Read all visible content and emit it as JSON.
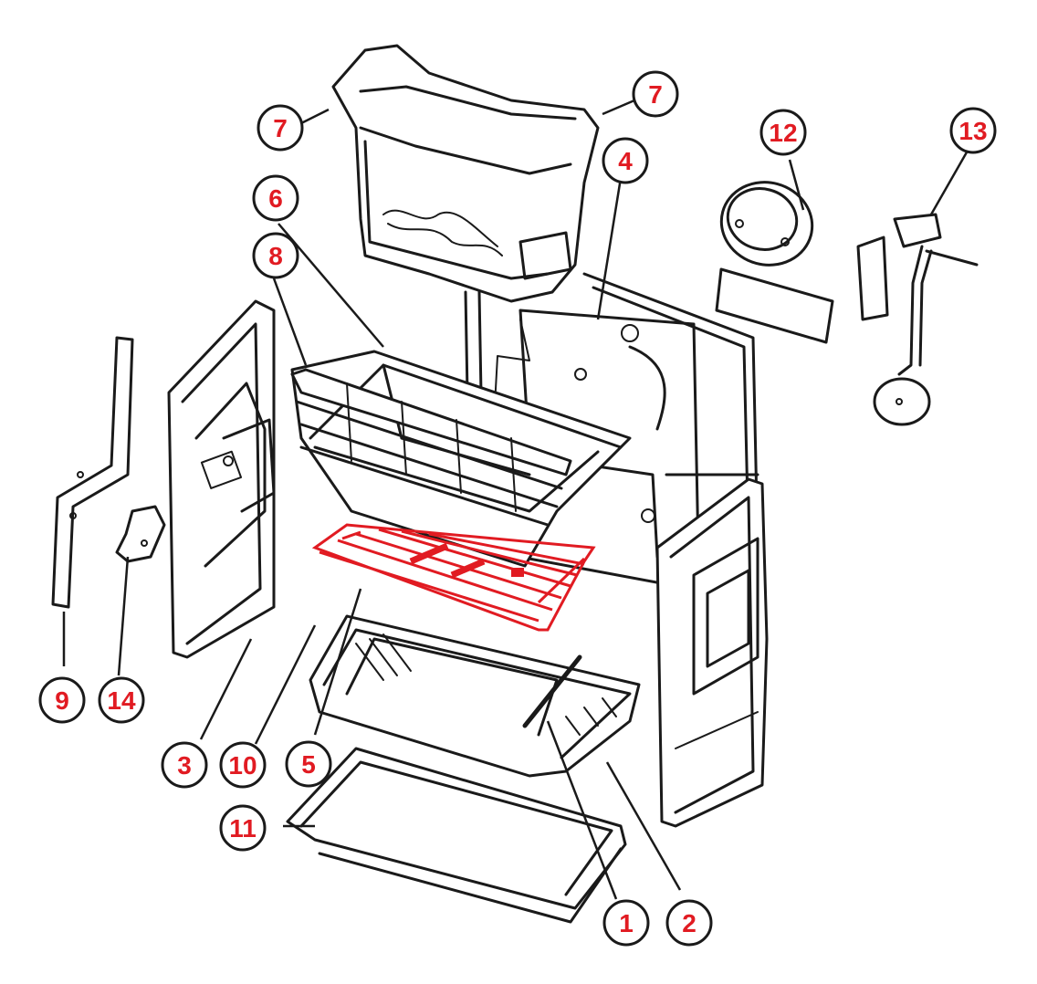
{
  "diagram": {
    "label_color": "#e11b22",
    "highlight_color": "#e11b22",
    "callouts": [
      {
        "id": "c1",
        "label": "1"
      },
      {
        "id": "c2",
        "label": "2"
      },
      {
        "id": "c3",
        "label": "3"
      },
      {
        "id": "c4",
        "label": "4"
      },
      {
        "id": "c5",
        "label": "5"
      },
      {
        "id": "c6",
        "label": "6"
      },
      {
        "id": "c7a",
        "label": "7"
      },
      {
        "id": "c7b",
        "label": "7"
      },
      {
        "id": "c8",
        "label": "8"
      },
      {
        "id": "c9",
        "label": "9"
      },
      {
        "id": "c10",
        "label": "10"
      },
      {
        "id": "c11",
        "label": "11"
      },
      {
        "id": "c12",
        "label": "12"
      },
      {
        "id": "c13",
        "label": "13"
      },
      {
        "id": "c14",
        "label": "14"
      }
    ]
  }
}
